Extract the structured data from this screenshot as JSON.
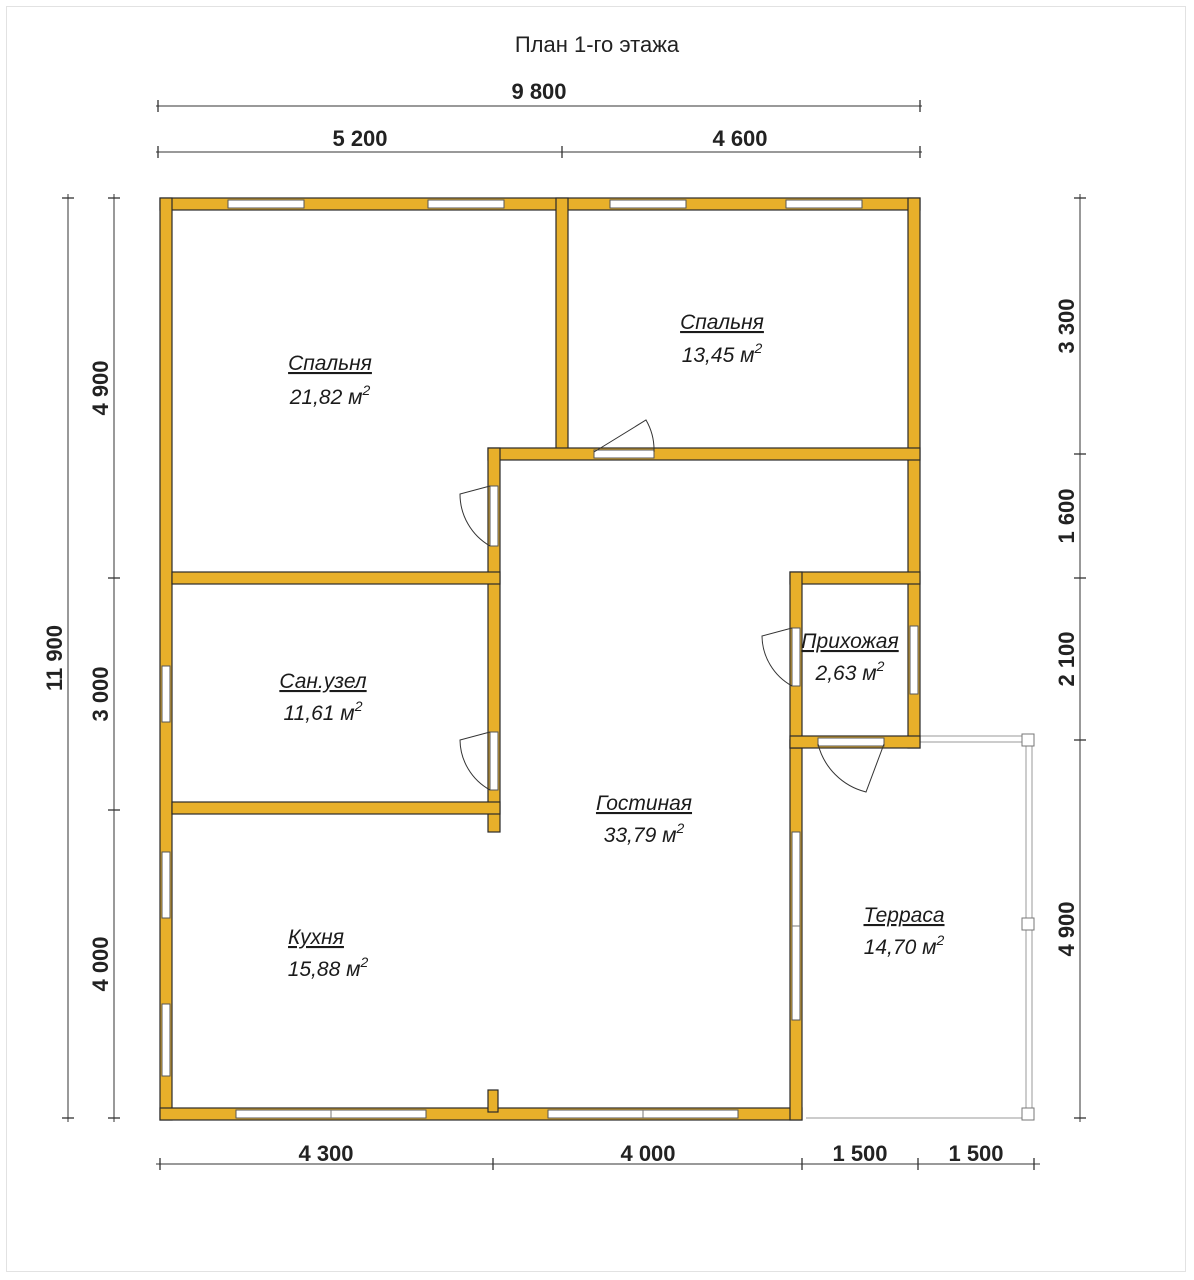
{
  "title": "План 1-го этажа",
  "dimensions": {
    "top_total": "9 800",
    "top_left": "5 200",
    "top_right": "4 600",
    "left_total": "11 900",
    "left_top": "4 900",
    "left_mid": "3 000",
    "left_bottom": "4 000",
    "right_top": "3 300",
    "right_mid1": "1 600",
    "right_mid2": "2 100",
    "right_bottom": "4 900",
    "bottom_1": "4 300",
    "bottom_2": "4 000",
    "bottom_3": "1 500",
    "bottom_4": "1 500"
  },
  "rooms": [
    {
      "id": "bedroom-large",
      "name": "Спальня",
      "area": "21,82 м",
      "unit_sup": "2"
    },
    {
      "id": "bedroom-small",
      "name": "Спальня",
      "area": "13,45 м",
      "unit_sup": "2"
    },
    {
      "id": "bathroom",
      "name": "Сан.узел",
      "area": "11,61 м",
      "unit_sup": "2"
    },
    {
      "id": "hallway",
      "name": "Прихожая",
      "area": "2,63 м",
      "unit_sup": "2"
    },
    {
      "id": "living-room",
      "name": "Гостиная",
      "area": "33,79 м",
      "unit_sup": "2"
    },
    {
      "id": "kitchen",
      "name": "Кухня",
      "area": "15,88 м",
      "unit_sup": "2"
    },
    {
      "id": "terrace",
      "name": "Терраса",
      "area": "14,70 м",
      "unit_sup": "2"
    }
  ],
  "colors": {
    "wall": "#e8b02a",
    "wall_outline": "#2a2a2a",
    "background": "#ffffff"
  }
}
